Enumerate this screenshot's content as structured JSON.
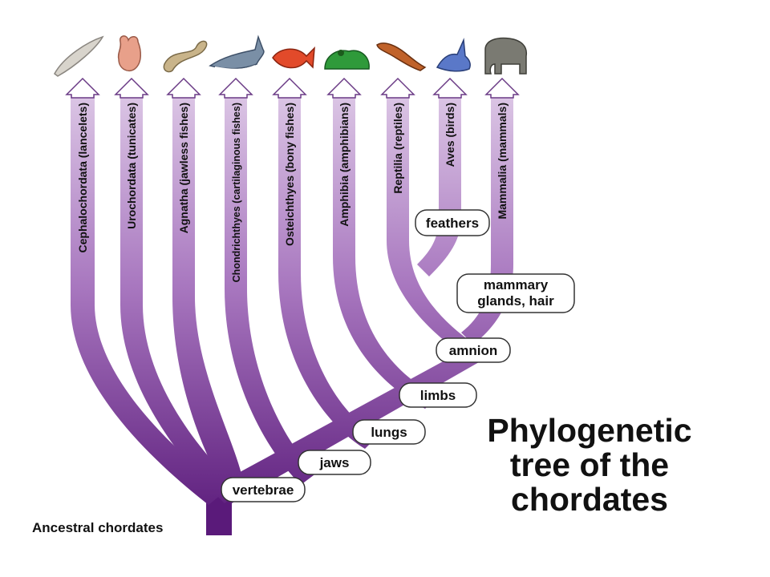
{
  "title_lines": [
    "Phylogenetic",
    "tree of the",
    "chordates"
  ],
  "root_label": "Ancestral chordates",
  "taxa": [
    {
      "name": "Cephalochordata (lancelets)",
      "icon": "lancelet-icon"
    },
    {
      "name": "Urochordata (tunicates)",
      "icon": "tunicate-icon"
    },
    {
      "name": "Agnatha (jawless fishes)",
      "icon": "lamprey-icon"
    },
    {
      "name": "Chondrichthyes (cartilaginous fishes)",
      "icon": "shark-icon"
    },
    {
      "name": "Osteichthyes (bony fishes)",
      "icon": "bony-fish-icon"
    },
    {
      "name": "Amphibia (amphibians)",
      "icon": "frog-icon"
    },
    {
      "name": "Reptilia (reptiles)",
      "icon": "lizard-icon"
    },
    {
      "name": "Aves (birds)",
      "icon": "bird-icon"
    },
    {
      "name": "Mammalia (mammals)",
      "icon": "elephant-icon"
    }
  ],
  "traits": [
    {
      "label": "vertebrae"
    },
    {
      "label": "jaws"
    },
    {
      "label": "lungs"
    },
    {
      "label": "limbs"
    },
    {
      "label": "amnion"
    },
    {
      "label": "mammary glands, hair",
      "lines": [
        "mammary",
        "glands, hair"
      ]
    },
    {
      "label": "feathers"
    }
  ],
  "colors": {
    "branch_top": "#ddc8e6",
    "branch_bottom": "#5a1a7a",
    "trunk": "#5a1a7a",
    "arrow_head": "#ffffff"
  }
}
